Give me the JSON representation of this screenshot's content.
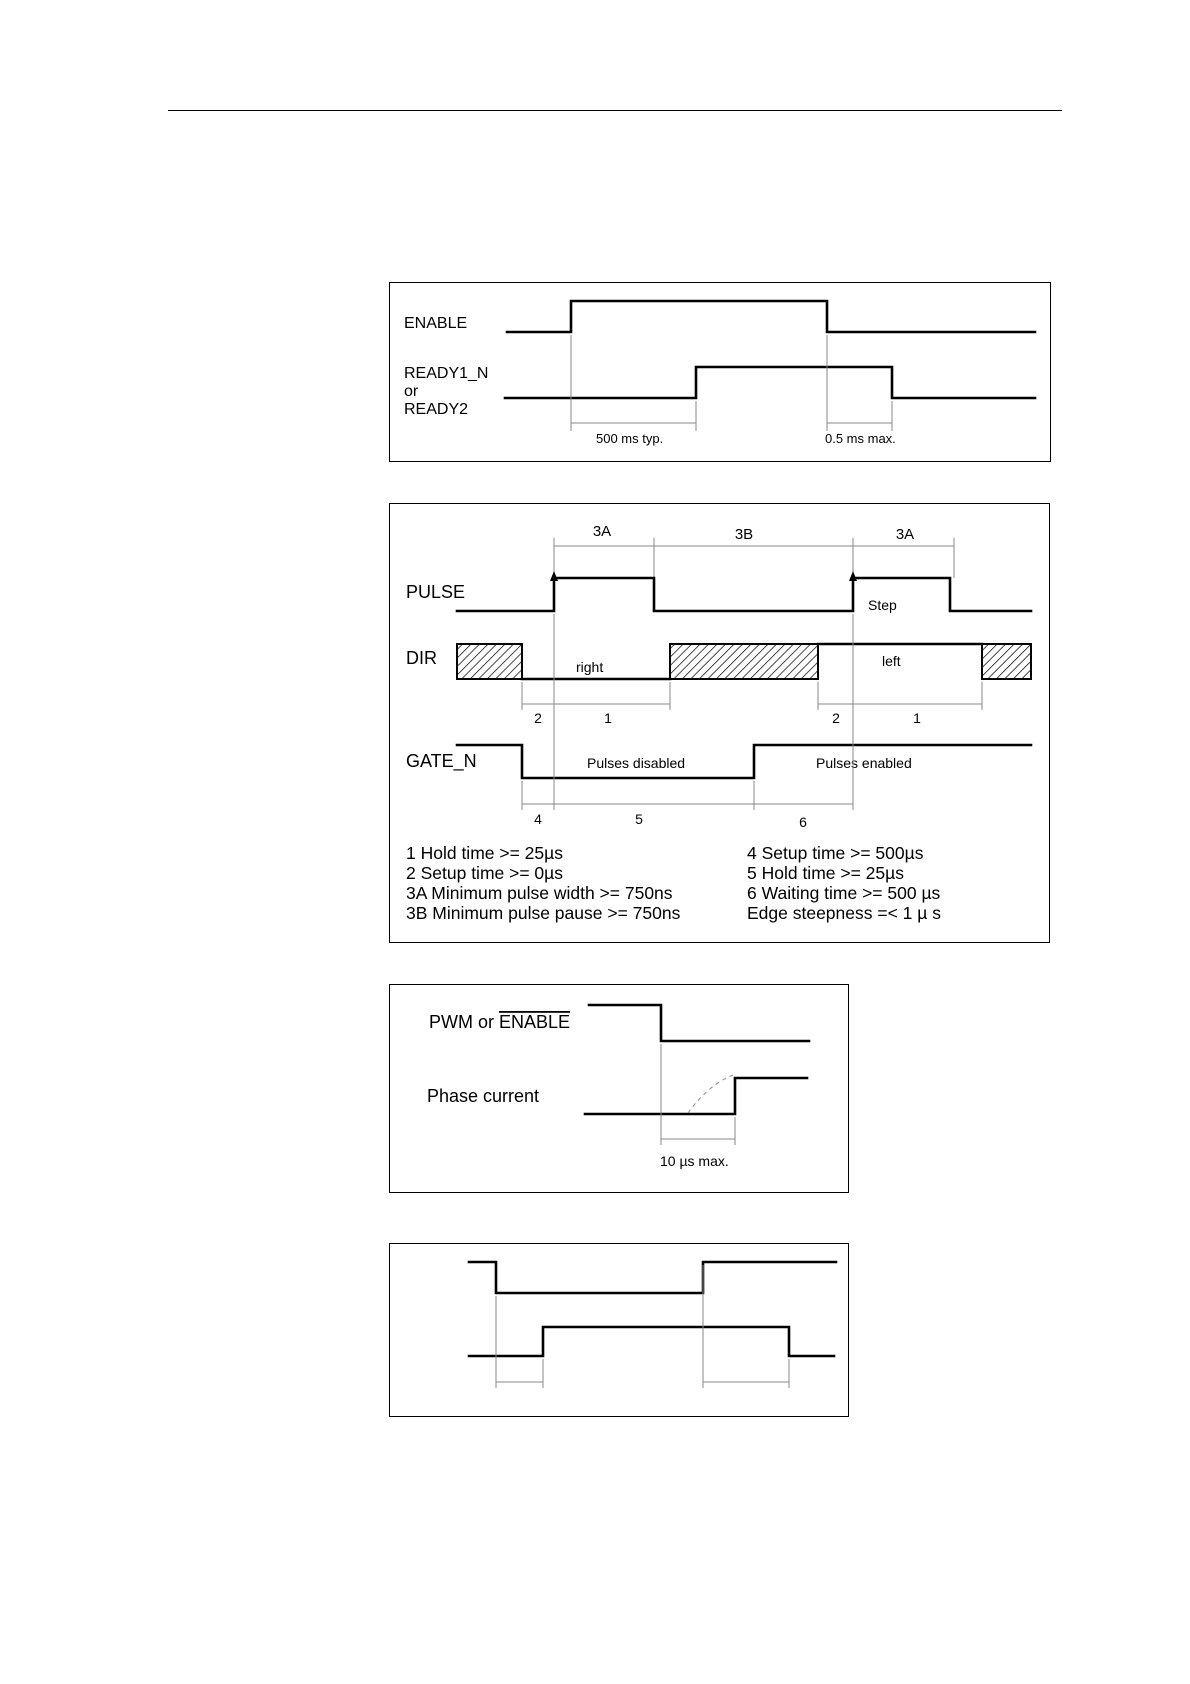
{
  "page": {
    "diagram1": {
      "labels": {
        "enable": "ENABLE",
        "ready_line1": "READY1_N",
        "ready_line2": "or",
        "ready_line3": "READY2"
      },
      "times": {
        "t1": "500 ms typ.",
        "t2": "0.5 ms max."
      }
    },
    "diagram2": {
      "signals": {
        "pulse": "PULSE",
        "dir": "DIR",
        "gate": "GATE_N"
      },
      "segments": {
        "a1": "3A",
        "b": "3B",
        "a2": "3A"
      },
      "annotations": {
        "step": "Step",
        "right": "right",
        "left": "left",
        "pulses_disabled": "Pulses disabled",
        "pulses_enabled": "Pulses enabled"
      },
      "markers": {
        "m2a": "2",
        "m1a": "1",
        "m2b": "2",
        "m1b": "1",
        "m4": "4",
        "m5": "5",
        "m6": "6"
      },
      "legend_left": [
        "1   Hold time  >= 25µs",
        "2   Setup time >= 0µs",
        "3A Minimum pulse width >= 750ns",
        "3B Minimum pulse pause >= 750ns"
      ],
      "legend_right": [
        "4   Setup time >= 500µs",
        "5   Hold time >= 25µs",
        "6   Waiting time >= 500 µs",
        "Edge steepness =< 1 µ s"
      ]
    },
    "diagram3": {
      "labels": {
        "pwm_prefix": "PWM or ",
        "pwm_enable": "ENABLE",
        "phase_current": "Phase current"
      },
      "time": "10 µs max."
    }
  }
}
